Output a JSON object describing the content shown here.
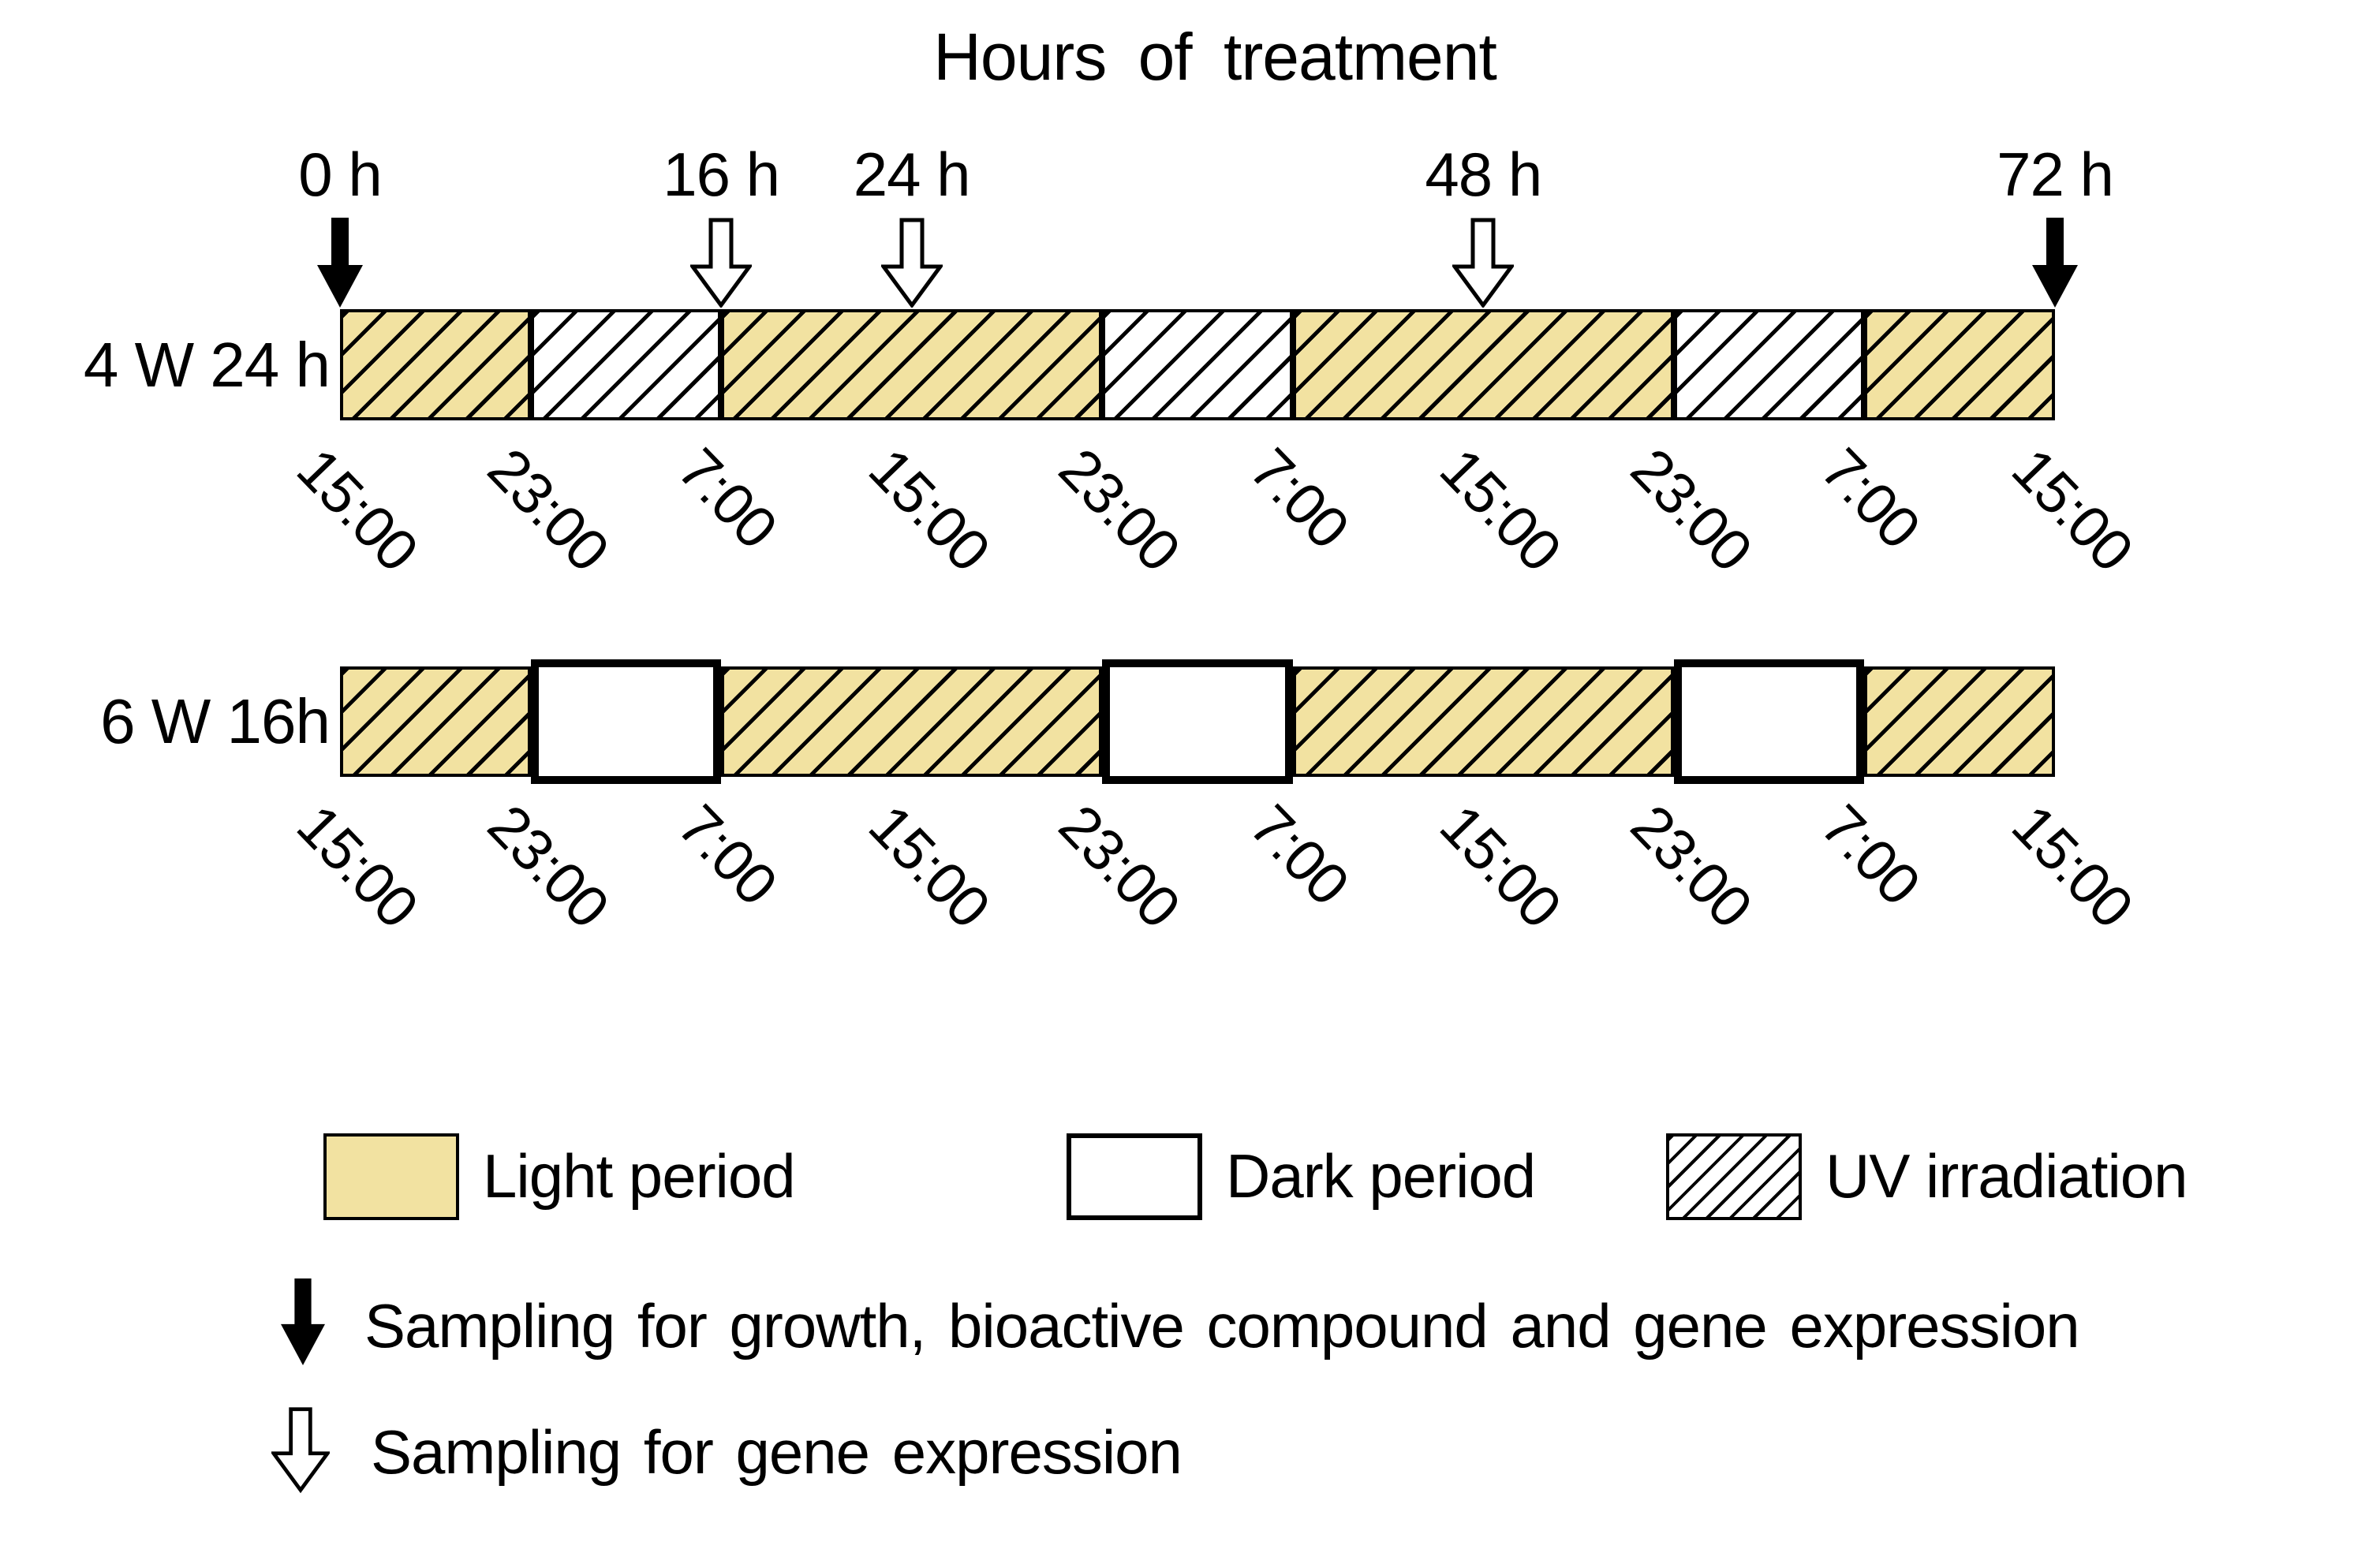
{
  "title": "Hours of treatment",
  "colors": {
    "light_period_fill": "#F2E2A1",
    "dark_period_fill": "#FFFFFF",
    "line": "#000000"
  },
  "icons": {
    "filled_down_arrow": "black filled downward arrow",
    "open_down_arrow": "white outlined downward arrow"
  },
  "timeline": {
    "total_hours": 72,
    "markers": [
      {
        "label": "0 h",
        "hour": 0,
        "arrow": "filled"
      },
      {
        "label": "16 h",
        "hour": 16,
        "arrow": "open"
      },
      {
        "label": "24 h",
        "hour": 24,
        "arrow": "open"
      },
      {
        "label": "48 h",
        "hour": 48,
        "arrow": "open"
      },
      {
        "label": "72 h",
        "hour": 72,
        "arrow": "filled"
      }
    ],
    "ticks": [
      {
        "hour": 0,
        "label": "15:00"
      },
      {
        "hour": 8,
        "label": "23:00"
      },
      {
        "hour": 16,
        "label": "7:00"
      },
      {
        "hour": 24,
        "label": "15:00"
      },
      {
        "hour": 32,
        "label": "23:00"
      },
      {
        "hour": 40,
        "label": "7:00"
      },
      {
        "hour": 48,
        "label": "15:00"
      },
      {
        "hour": 56,
        "label": "23:00"
      },
      {
        "hour": 64,
        "label": "7:00"
      },
      {
        "hour": 72,
        "label": "15:00"
      }
    ],
    "rows": [
      {
        "label": "4 W 24 h",
        "segments": [
          {
            "start": 0,
            "end": 8,
            "fill": "light",
            "hatch": true
          },
          {
            "start": 8,
            "end": 16,
            "fill": "dark",
            "hatch": true
          },
          {
            "start": 16,
            "end": 32,
            "fill": "light",
            "hatch": true
          },
          {
            "start": 32,
            "end": 40,
            "fill": "dark",
            "hatch": true
          },
          {
            "start": 40,
            "end": 56,
            "fill": "light",
            "hatch": true
          },
          {
            "start": 56,
            "end": 64,
            "fill": "dark",
            "hatch": true
          },
          {
            "start": 64,
            "end": 72,
            "fill": "light",
            "hatch": true
          }
        ]
      },
      {
        "label": "6 W 16h",
        "segments": [
          {
            "start": 0,
            "end": 8,
            "fill": "light",
            "hatch": true
          },
          {
            "start": 8,
            "end": 16,
            "fill": "dark",
            "hatch": false
          },
          {
            "start": 16,
            "end": 32,
            "fill": "light",
            "hatch": true
          },
          {
            "start": 32,
            "end": 40,
            "fill": "dark",
            "hatch": false
          },
          {
            "start": 40,
            "end": 56,
            "fill": "light",
            "hatch": true
          },
          {
            "start": 56,
            "end": 64,
            "fill": "dark",
            "hatch": false
          },
          {
            "start": 64,
            "end": 72,
            "fill": "light",
            "hatch": true
          }
        ]
      }
    ]
  },
  "legend": {
    "items": [
      {
        "swatch": "light",
        "label": "Light period"
      },
      {
        "swatch": "dark",
        "label": "Dark period"
      },
      {
        "swatch": "uv",
        "label": "UV irradiation"
      }
    ],
    "sampling": [
      {
        "arrow": "filled",
        "label": "Sampling for growth, bioactive compound and gene expression"
      },
      {
        "arrow": "open",
        "label": "Sampling for gene expression"
      }
    ]
  }
}
